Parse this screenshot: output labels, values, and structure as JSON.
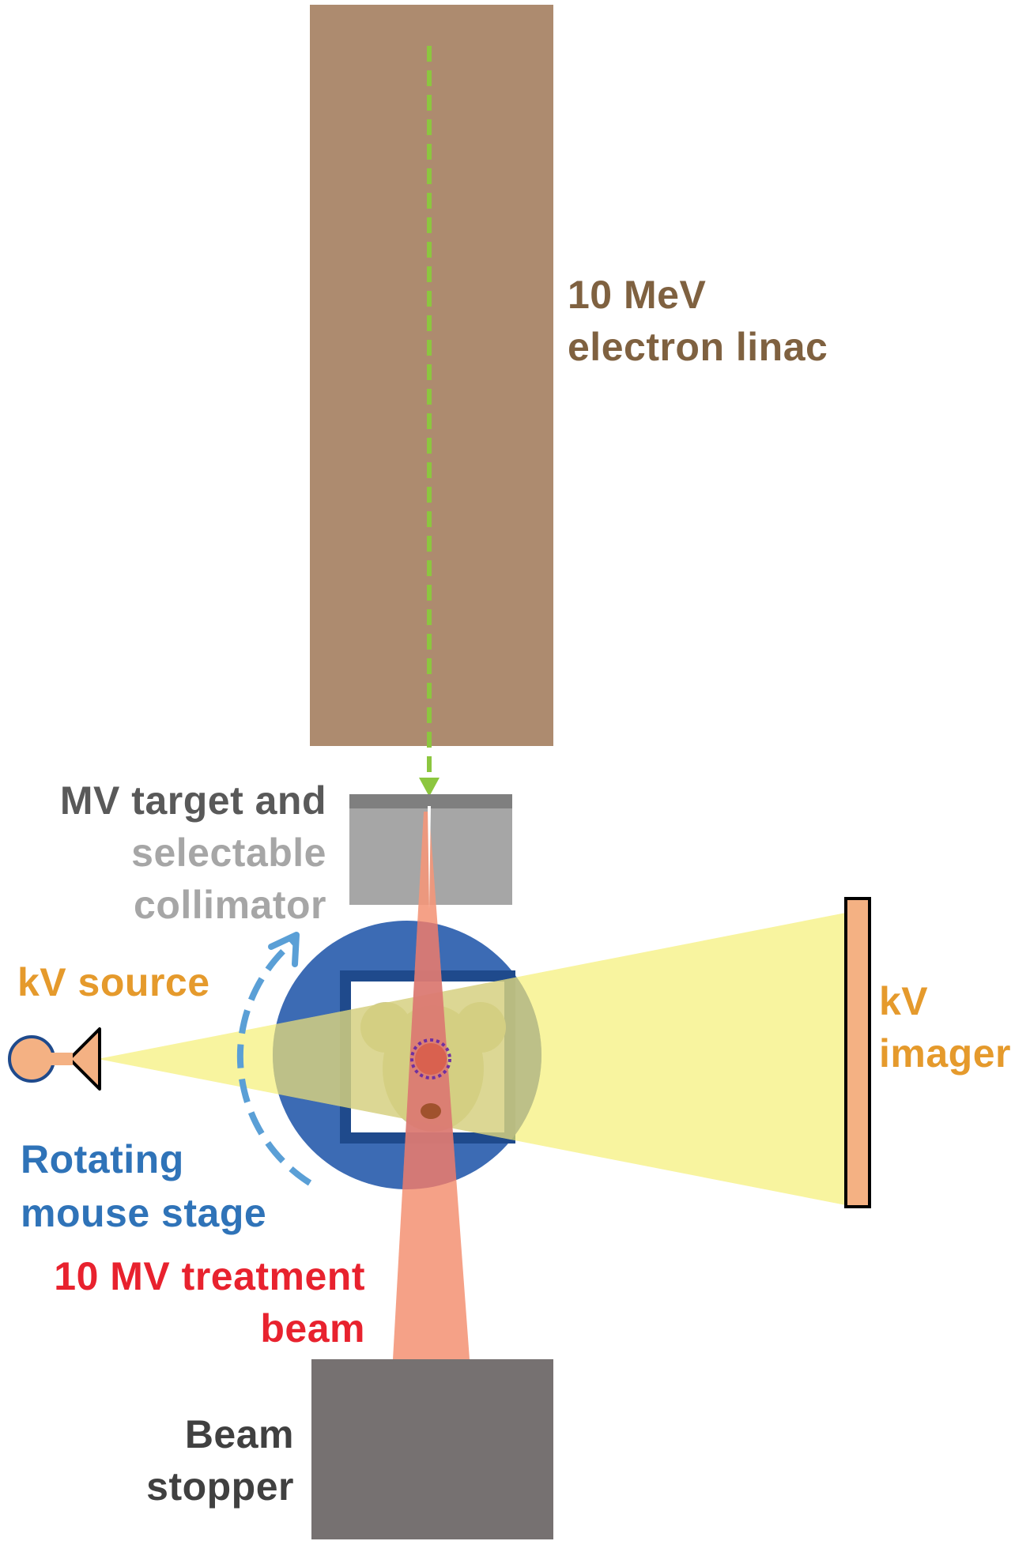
{
  "labels": {
    "linac_line1": "10 MeV",
    "linac_line2": "electron linac",
    "target_line1": "MV target and",
    "target_line2": "selectable",
    "target_line3": "collimator",
    "kv_source": "kV source",
    "kv_imager_line1": "kV",
    "kv_imager_line2": "imager",
    "stage_line1": "Rotating",
    "stage_line2": "mouse stage",
    "beam_line1": "10 MV treatment",
    "beam_line2": "beam",
    "stopper_line1": "Beam",
    "stopper_line2": "stopper"
  },
  "colors": {
    "linac": "#ad8b6f",
    "linac_text": "#7f6140",
    "electron_path": "#8cc63f",
    "target_plate": "#7f7f7f",
    "collimator": "#a6a6a6",
    "target_text": "#595959",
    "collimator_text": "#a6a6a6",
    "treatment_beam": "#f4977a",
    "beam_text": "#e8222e",
    "stage": "#3c6bb4",
    "stage_text": "#2f73b8",
    "rotation_arrow": "#5a9fd6",
    "kv_cone": "#f7f07f",
    "kv_source": "#f4b183",
    "kv_text": "#e59a2c",
    "imager": "#f4b183",
    "stopper": "#767171",
    "stopper_text": "#404040",
    "mouse": "#cfcb8f",
    "tumor_ring": "#7030a0"
  }
}
